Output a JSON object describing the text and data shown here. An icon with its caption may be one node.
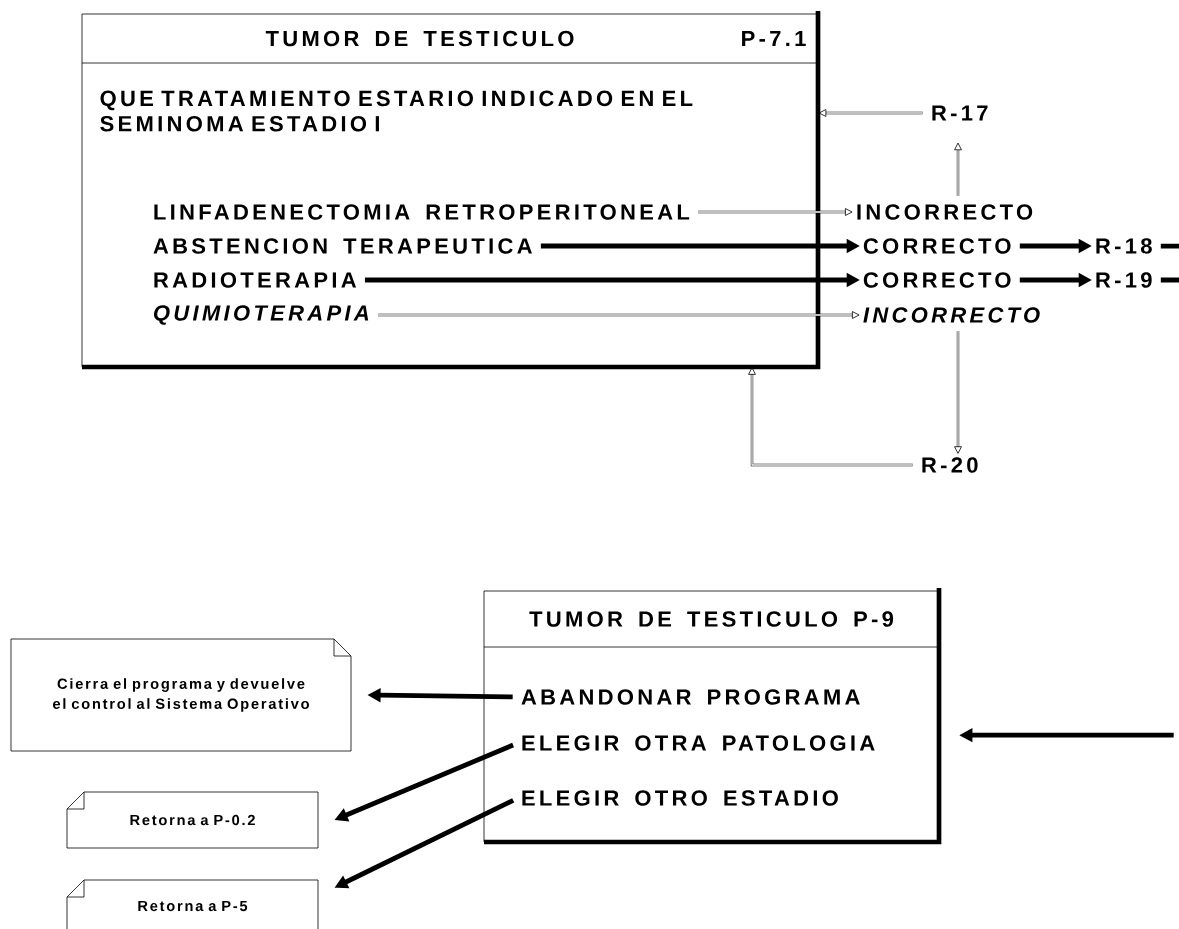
{
  "diagram": {
    "nodes": [
      {
        "text": [
          "TUMOR DE TESTICULO",
          "P-7.1",
          "QUE TRATAMIENTO ESTARIO INDICADO EN EL SEMINOMA ESTADIO I"
        ]
      },
      {
        "text": [
          "LINFADENECTOMIA RETROPERITONEAL"
        ],
        "in": 0
      },
      {
        "text": [
          "ABSTENCION TERAPEUTICA"
        ],
        "in": 0
      },
      {
        "text": [
          "RADIOTERAPIA"
        ],
        "in": 0
      },
      {
        "text": [
          "QUIMIOTERAPIA"
        ],
        "in": 0
      },
      {
        "text": [
          "INCORRECTO"
        ]
      },
      {
        "text": [
          "CORRECTO"
        ]
      },
      {
        "text": [
          "CORRECTO"
        ]
      },
      {
        "text": [
          "INCORRECTO"
        ]
      },
      {
        "text": [
          "R-17"
        ]
      },
      {
        "text": [
          "R-18"
        ]
      },
      {
        "text": [
          "R-19"
        ]
      },
      {
        "text": [
          "R-20"
        ]
      },
      {
        "text": [
          "TUMOR DE TESTICULO P-9"
        ]
      },
      {
        "text": [
          "ABANDONAR PROGRAMA"
        ],
        "in": 13
      },
      {
        "text": [
          "ELEGIR OTRA PATOLOGIA"
        ],
        "in": 13
      },
      {
        "text": [
          "ELEGIR OTRO ESTADIO"
        ],
        "in": 13
      },
      {
        "text": [
          "Cierra el programa y devuelve el control al Sistema Operativo"
        ]
      },
      {
        "text": [
          "Retorna a P-0.2"
        ]
      },
      {
        "text": [
          "Retorna a P-5"
        ]
      }
    ],
    "edges": [
      {
        "from": 1,
        "to": 5,
        "arrow": "to"
      },
      {
        "from": 2,
        "to": 6,
        "arrow": "to"
      },
      {
        "from": 3,
        "to": 7,
        "arrow": "to"
      },
      {
        "from": 4,
        "to": 8,
        "arrow": "to"
      },
      {
        "from": 5,
        "to": 9,
        "arrow": "to"
      },
      {
        "from": 9,
        "to": 0,
        "arrow": "to"
      },
      {
        "from": 6,
        "to": 10,
        "arrow": "to"
      },
      {
        "from": 7,
        "to": 11,
        "arrow": "to"
      },
      {
        "from": 10,
        "to": null,
        "arrow": "none"
      },
      {
        "from": 11,
        "to": null,
        "arrow": "none"
      },
      {
        "from": 8,
        "to": 12,
        "arrow": "to"
      },
      {
        "from": 12,
        "to": 0,
        "arrow": "to"
      },
      {
        "from": 14,
        "to": 17,
        "arrow": "to"
      },
      {
        "from": 15,
        "to": 18,
        "arrow": "to"
      },
      {
        "from": 16,
        "to": 19,
        "arrow": "to"
      },
      {
        "from": null,
        "to": 13,
        "arrow": "to"
      }
    ]
  }
}
